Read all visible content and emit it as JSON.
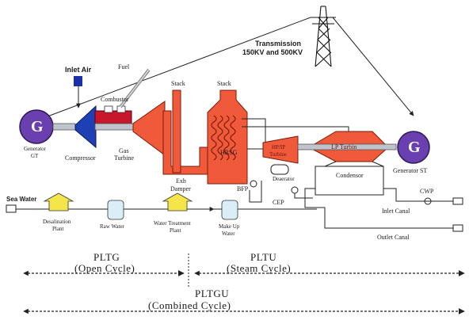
{
  "colors": {
    "generator": "#6a3fb0",
    "compressor": "#1f3fb5",
    "turbine": "#f05a3a",
    "combustor": "#c8172b",
    "inlet_air": "#1930a8",
    "yellow": "#f3e54a",
    "tank": "#d9eef5"
  },
  "icons": [
    "transmission-tower-icon",
    "generator-icon",
    "compressor-icon",
    "pump-icon",
    "valve-icon"
  ],
  "labels": {
    "transmission": "Transmission",
    "transmission_kv": "150KV and 500KV",
    "inlet_air": "Inlet Air",
    "fuel": "Fuel",
    "combustor": "Combustor",
    "stack1": "Stack",
    "stack2": "Stack",
    "gen_letter": "G",
    "gen_gt_1": "Generator",
    "gen_gt_2": "GT",
    "compressor": "Compressor",
    "gas_turbine_1": "Gas",
    "gas_turbine_2": "Turbine",
    "hrsg": "HRSG",
    "exh_damper_1": "Exh",
    "exh_damper_2": "Damper",
    "hp_ip_turbine_1": "HP/IP",
    "hp_ip_turbine_2": "Turbine",
    "lp_turbine": "LP Turbin",
    "gen_st_letter": "G",
    "gen_st": "Generator ST",
    "deaerator": "Deaerator",
    "condensor": "Condensor",
    "bfp": "BFP",
    "cep": "CEP",
    "cwp": "CWP",
    "sea_water": "Sea Water",
    "inlet_canal": "Inlet Canal",
    "outlet_canal": "Outlet Canal",
    "desal_1": "Desalination",
    "desal_2": "Plant",
    "raw_water": "Raw Water",
    "wtp_1": "Water Treatment",
    "wtp_2": "Plant",
    "makeup_1": "Make Up",
    "makeup_2": "Water"
  },
  "cycles": {
    "pltg": "PLTG",
    "open_cycle": "(Open  Cycle)",
    "pltu": "PLTU",
    "steam_cycle": "(Steam Cycle)",
    "pltgu": "PLTGU",
    "combined_cycle": "(Combined Cycle)"
  }
}
